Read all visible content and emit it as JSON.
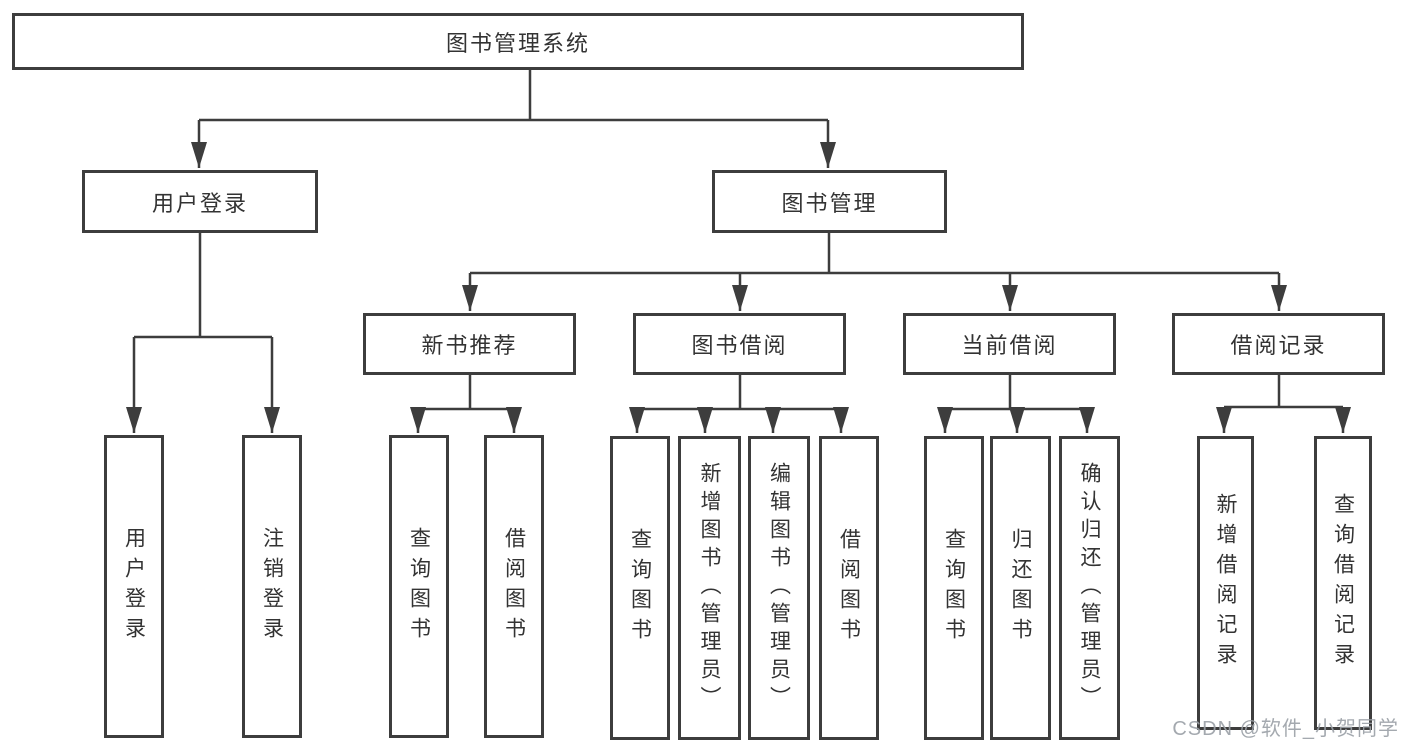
{
  "diagram": {
    "title": "图书管理系统",
    "level2": {
      "user_login": "用户登录",
      "book_management": "图书管理"
    },
    "level3": {
      "new_book_recommend": "新书推荐",
      "book_borrowing": "图书借阅",
      "current_borrowing": "当前借阅",
      "borrowing_records": "借阅记录"
    },
    "leaves": {
      "user_login": "用户登录",
      "logout": "注销登录",
      "recommend_query_books": "查询图书",
      "recommend_borrow_books": "借阅图书",
      "borrowing_query_books": "查询图书",
      "borrowing_add_books_admin": "新增图书（管理员）",
      "borrowing_edit_books_admin": "编辑图书（管理员）",
      "borrowing_borrow_books": "借阅图书",
      "current_query_books": "查询图书",
      "current_return_books": "归还图书",
      "current_confirm_return_admin": "确认归还（管理员）",
      "records_add_record": "新增借阅记录",
      "records_query_record": "查询借阅记录"
    },
    "watermark": "CSDN @软件_小贺同学"
  }
}
